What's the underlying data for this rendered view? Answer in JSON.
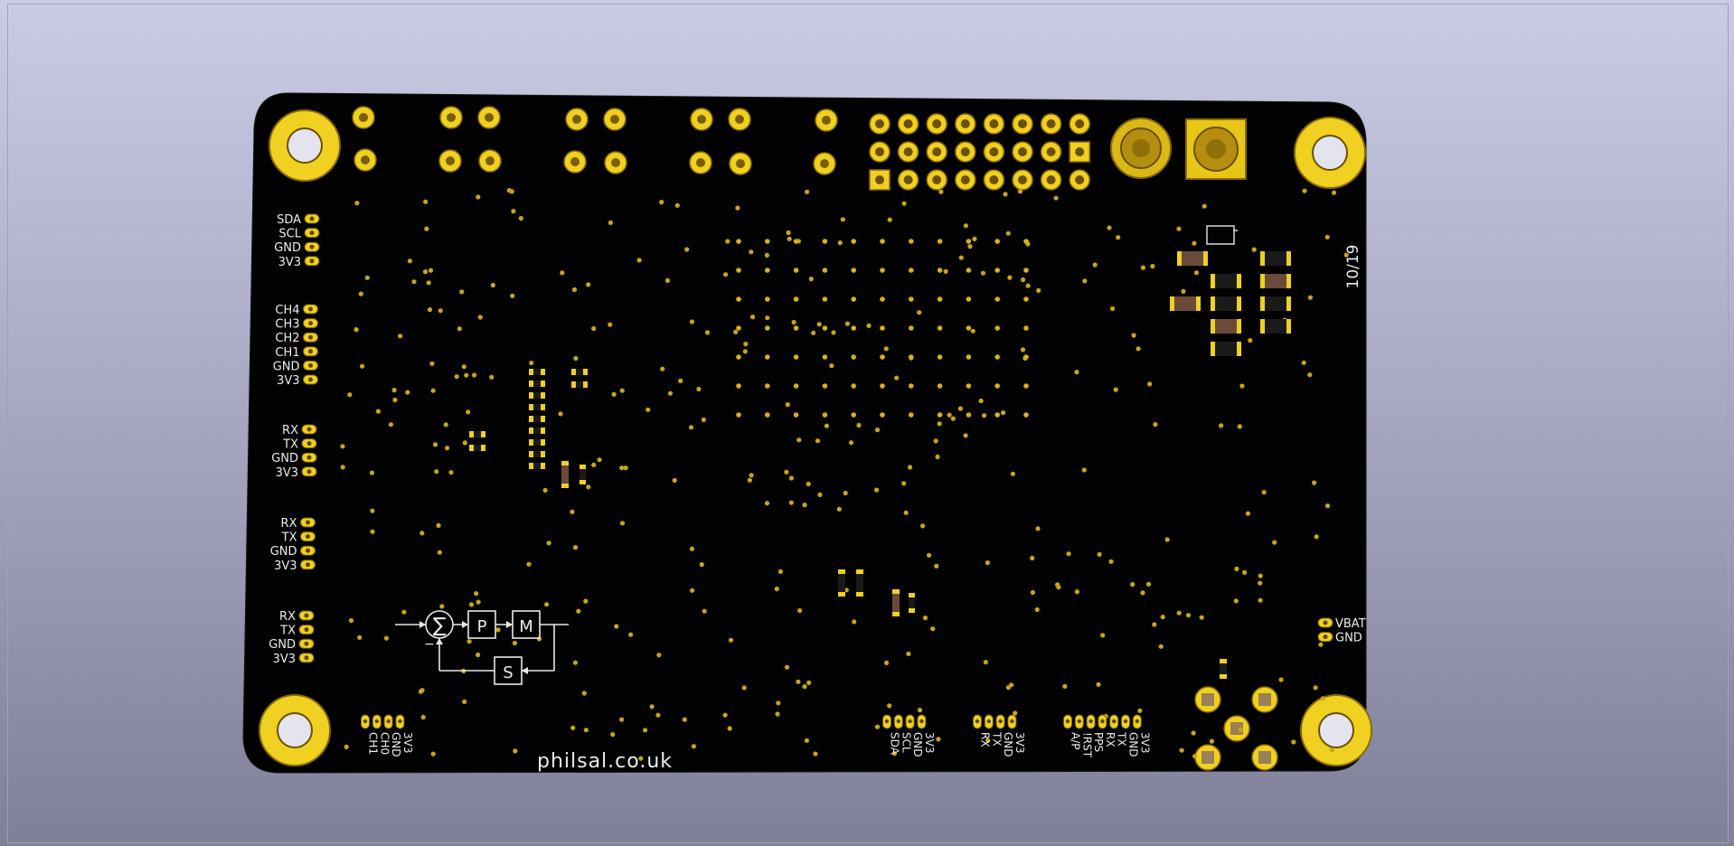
{
  "viewer": {
    "background_top": "#cacbe4",
    "background_bottom": "#7f7f98"
  },
  "board": {
    "pcb_color": "#020202",
    "copper_color": "#f0d020",
    "silkscreen_color": "#ececec",
    "revision": "10/19",
    "website": "philsal.co.uk",
    "block_diagram": {
      "sum_symbol": "∑",
      "plant_label": "P",
      "model_label": "M",
      "sensor_label": "S",
      "minus_label": "−"
    },
    "left_headers": [
      {
        "pins": [
          "SDA",
          "SCL",
          "GND",
          "3V3"
        ]
      },
      {
        "pins": [
          "CH4",
          "CH3",
          "CH2",
          "CH1",
          "GND",
          "3V3"
        ]
      },
      {
        "pins": [
          "RX",
          "TX",
          "GND",
          "3V3"
        ]
      },
      {
        "pins": [
          "RX",
          "TX",
          "GND",
          "3V3"
        ]
      },
      {
        "pins": [
          "RX",
          "TX",
          "GND",
          "3V3"
        ]
      }
    ],
    "bottom_headers": [
      {
        "pins": [
          "CH1",
          "CH0",
          "GND",
          "3V3"
        ]
      },
      {
        "pins": [
          "SDA",
          "SCL",
          "GND",
          "3V3"
        ]
      },
      {
        "pins": [
          "RX",
          "TX",
          "GND",
          "3V3"
        ]
      },
      {
        "pins": [
          "A/P",
          "!RST",
          "PPS",
          "RX",
          "TX",
          "GND",
          "3V3"
        ]
      }
    ],
    "battery_header": {
      "pins": [
        "VBAT",
        "GND"
      ]
    }
  }
}
